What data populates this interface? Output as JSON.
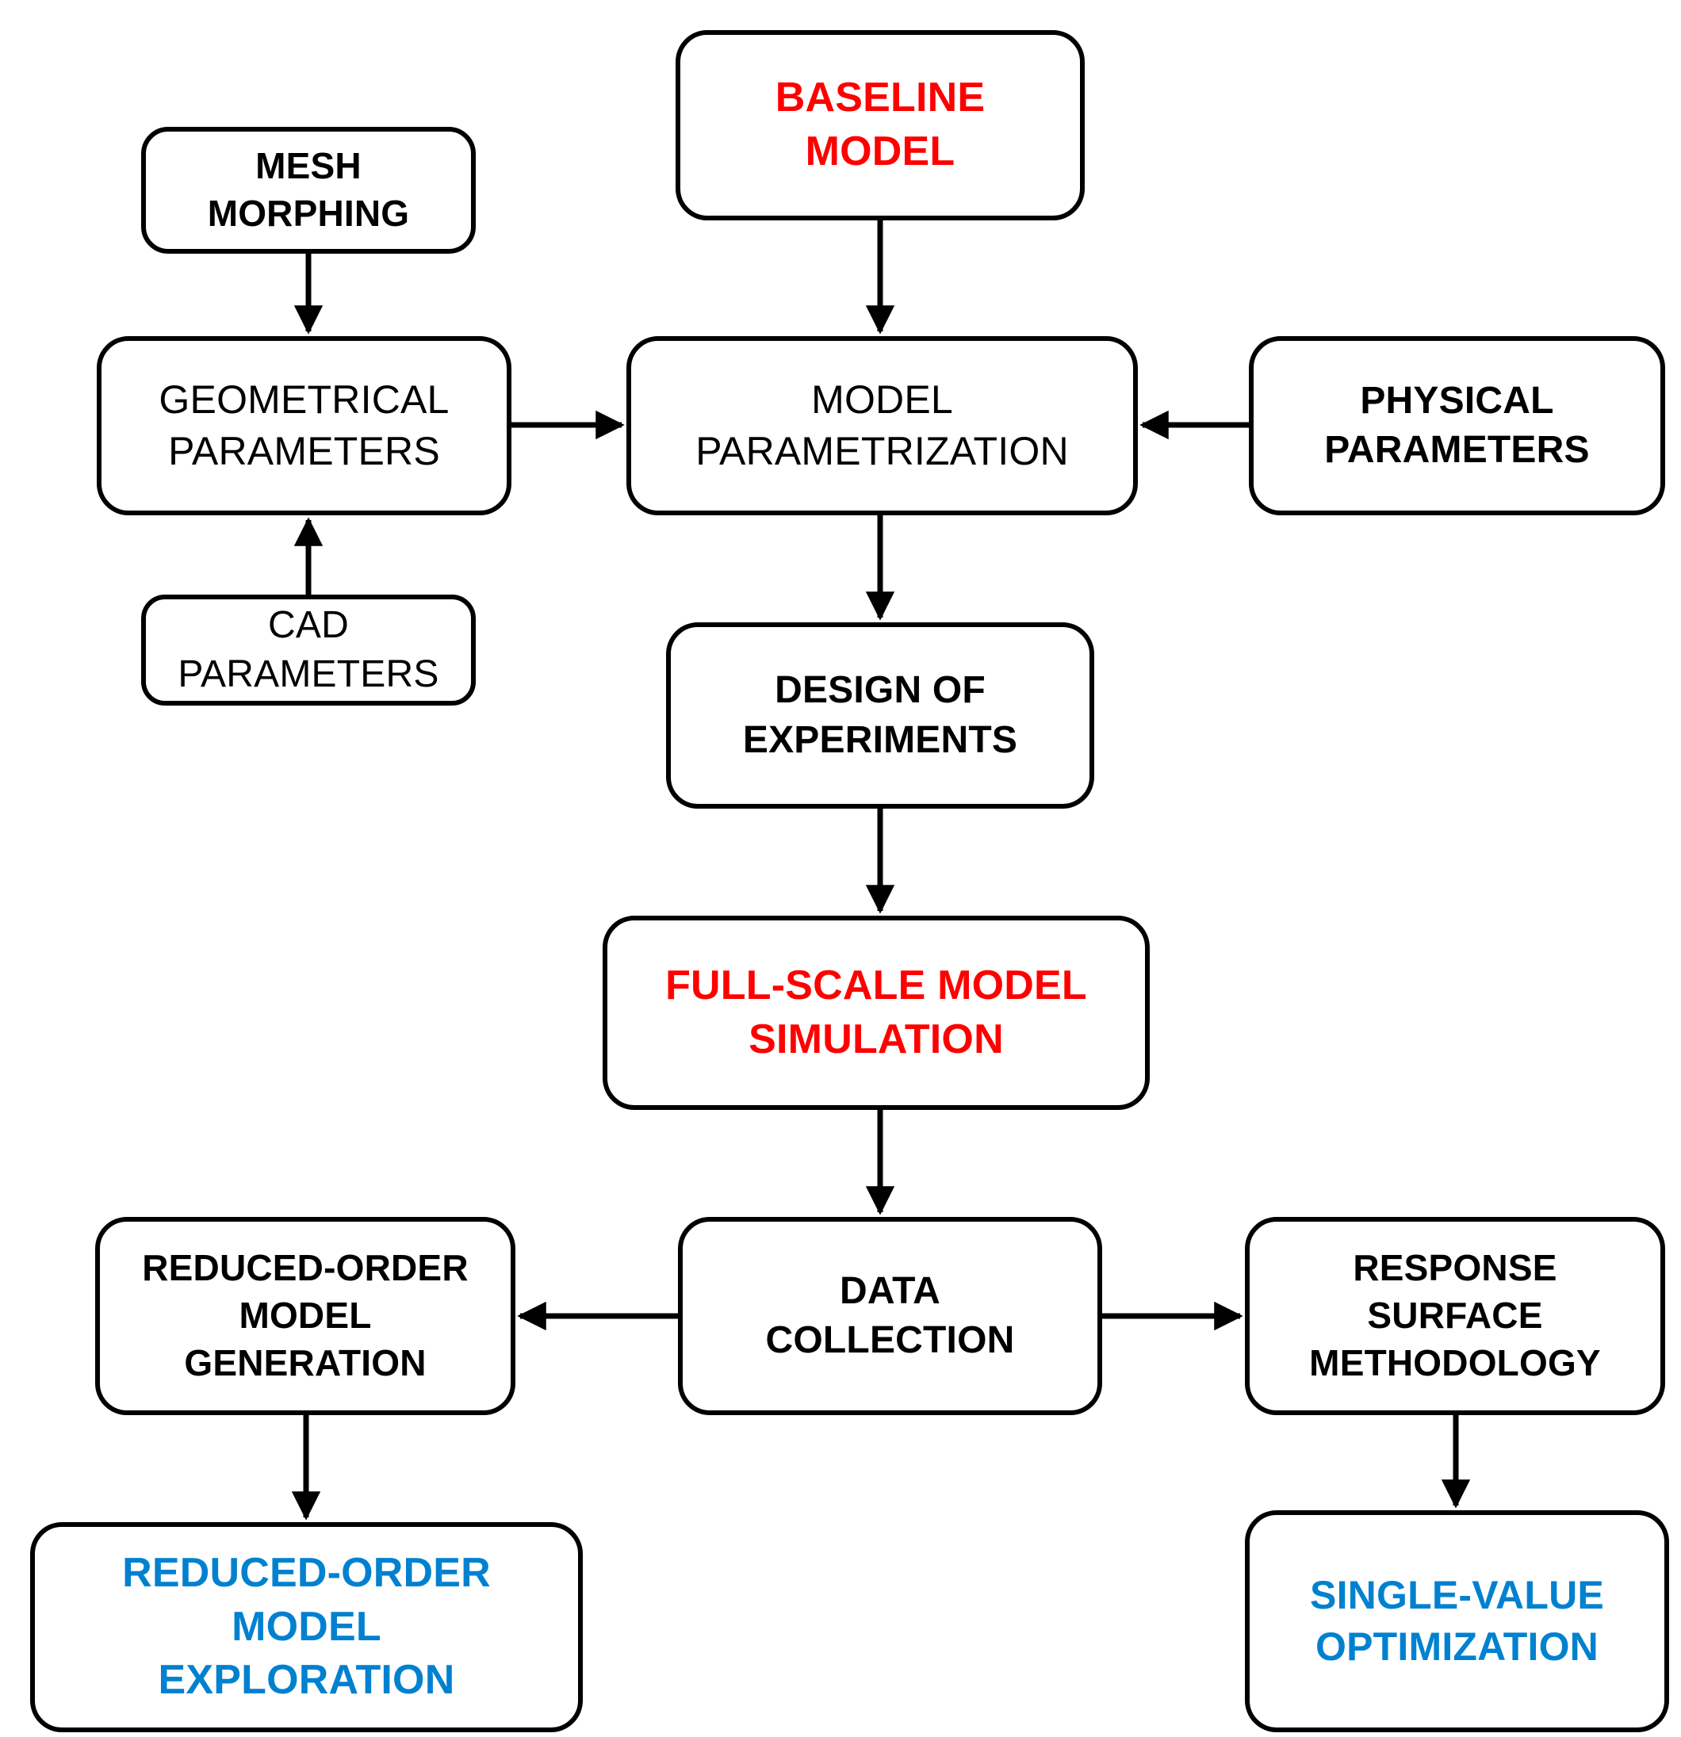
{
  "diagram": {
    "title": "Parametric simulation and optimization workflow",
    "colors": {
      "stroke": "#000000",
      "box_fill": "#ffffff",
      "text_black": "#000000",
      "text_red": "#ff0000",
      "text_blue": "#0081d0",
      "background": "#ffffff"
    },
    "nodes": [
      {
        "id": "mesh-morphing",
        "label": "MESH\nMORPHING",
        "color": "black",
        "weight": "bold"
      },
      {
        "id": "baseline-model",
        "label": "BASELINE\nMODEL",
        "color": "red",
        "weight": "bold"
      },
      {
        "id": "geometrical-parameters",
        "label": "GEOMETRICAL\nPARAMETERS",
        "color": "black",
        "weight": "regular"
      },
      {
        "id": "model-parametrization",
        "label": "MODEL\nPARAMETRIZATION",
        "color": "black",
        "weight": "regular"
      },
      {
        "id": "physical-parameters",
        "label": "PHYSICAL\nPARAMETERS",
        "color": "black",
        "weight": "bold"
      },
      {
        "id": "cad-parameters",
        "label": "CAD\nPARAMETERS",
        "color": "black",
        "weight": "regular"
      },
      {
        "id": "design-of-experiments",
        "label": "DESIGN OF\nEXPERIMENTS",
        "color": "black",
        "weight": "bold"
      },
      {
        "id": "full-scale-model-simulation",
        "label": "FULL-SCALE MODEL\nSIMULATION",
        "color": "red",
        "weight": "bold"
      },
      {
        "id": "reduced-order-model-generation",
        "label": "REDUCED-ORDER\nMODEL\nGENERATION",
        "color": "black",
        "weight": "bold"
      },
      {
        "id": "data-collection",
        "label": "DATA\nCOLLECTION",
        "color": "black",
        "weight": "bold"
      },
      {
        "id": "response-surface-methodology",
        "label": "RESPONSE\nSURFACE\nMETHODOLOGY",
        "color": "black",
        "weight": "bold"
      },
      {
        "id": "reduced-order-model-exploration",
        "label": "REDUCED-ORDER\nMODEL\nEXPLORATION",
        "color": "blue",
        "weight": "bold"
      },
      {
        "id": "single-value-optimization",
        "label": "SINGLE-VALUE\nOPTIMIZATION",
        "color": "blue",
        "weight": "bold"
      }
    ],
    "edges": [
      {
        "from": "mesh-morphing",
        "to": "geometrical-parameters",
        "direction": "down"
      },
      {
        "from": "cad-parameters",
        "to": "geometrical-parameters",
        "direction": "up"
      },
      {
        "from": "geometrical-parameters",
        "to": "model-parametrization",
        "direction": "right"
      },
      {
        "from": "physical-parameters",
        "to": "model-parametrization",
        "direction": "left"
      },
      {
        "from": "baseline-model",
        "to": "model-parametrization",
        "direction": "down"
      },
      {
        "from": "model-parametrization",
        "to": "design-of-experiments",
        "direction": "down"
      },
      {
        "from": "design-of-experiments",
        "to": "full-scale-model-simulation",
        "direction": "down"
      },
      {
        "from": "full-scale-model-simulation",
        "to": "data-collection",
        "direction": "down"
      },
      {
        "from": "data-collection",
        "to": "reduced-order-model-generation",
        "direction": "left"
      },
      {
        "from": "data-collection",
        "to": "response-surface-methodology",
        "direction": "right"
      },
      {
        "from": "reduced-order-model-generation",
        "to": "reduced-order-model-exploration",
        "direction": "down"
      },
      {
        "from": "response-surface-methodology",
        "to": "single-value-optimization",
        "direction": "down"
      }
    ]
  }
}
